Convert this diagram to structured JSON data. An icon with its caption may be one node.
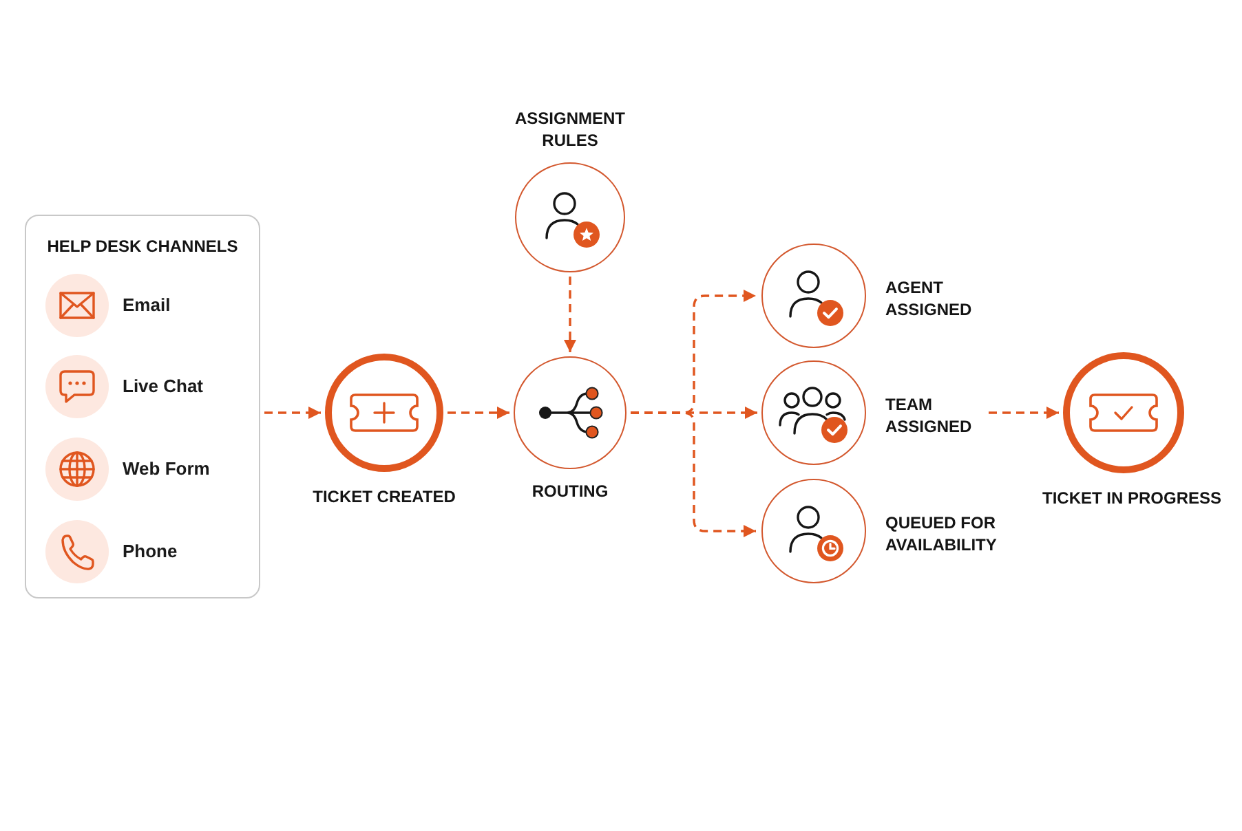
{
  "diagram": {
    "nodes": [
      {
        "text": [
          "HELP DESK CHANNELS"
        ]
      },
      {
        "text": [
          "Email"
        ],
        "in": 0
      },
      {
        "text": [
          "Live Chat"
        ],
        "in": 0
      },
      {
        "text": [
          "Web Form"
        ],
        "in": 0
      },
      {
        "text": [
          "Phone"
        ],
        "in": 0
      },
      {
        "text": [
          "TICKET CREATED"
        ]
      },
      {
        "text": [
          "ASSIGNMENT RULES"
        ]
      },
      {
        "text": [
          "ROUTING"
        ]
      },
      {
        "text": [
          "AGENT ASSIGNED"
        ]
      },
      {
        "text": [
          "TEAM ASSIGNED"
        ]
      },
      {
        "text": [
          "QUEUED FOR AVAILABILITY"
        ]
      },
      {
        "text": [
          "TICKET IN PROGRESS"
        ]
      }
    ],
    "edges": [
      {
        "from": 0,
        "to": 5,
        "arrow": "to",
        "style": "dashed"
      },
      {
        "from": 5,
        "to": 7,
        "arrow": "to",
        "style": "dashed"
      },
      {
        "from": 6,
        "to": 7,
        "arrow": "to",
        "style": "dashed"
      },
      {
        "from": 7,
        "to": 8,
        "arrow": "to",
        "style": "dashed"
      },
      {
        "from": 7,
        "to": 9,
        "arrow": "to",
        "style": "dashed"
      },
      {
        "from": 7,
        "to": 10,
        "arrow": "to",
        "style": "dashed"
      },
      {
        "from": 9,
        "to": 11,
        "arrow": "to",
        "style": "dashed"
      }
    ]
  }
}
